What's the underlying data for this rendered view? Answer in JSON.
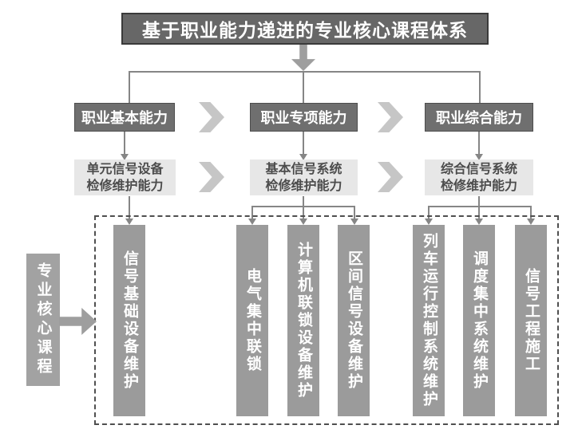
{
  "diagram": {
    "title": "基于职业能力递进的专业核心课程体系",
    "ability_levels": [
      {
        "label": "职业基本能力"
      },
      {
        "label": "职业专项能力"
      },
      {
        "label": "职业综合能力"
      }
    ],
    "competencies": [
      {
        "line1": "单元信号设备",
        "line2": "检修维护能力"
      },
      {
        "line1": "基本信号系统",
        "line2": "检修维护能力"
      },
      {
        "line1": "综合信号系统",
        "line2": "检修维护能力"
      }
    ],
    "courses": [
      "信号基础设备维护",
      "电气集中联锁",
      "计算机联锁设备维护",
      "区间信号设备维护",
      "列车运行控制系统维护",
      "调度集中系统维护",
      "信号工程施工"
    ],
    "side_label": "专业核心课程",
    "icons": {
      "chevron": "chevron-right-icon",
      "title_arrow": "arrow-down-icon",
      "side_arrow": "arrow-right-icon"
    },
    "colors": {
      "title_box_bg": "#676767",
      "title_box_border": "#3a3a3a",
      "ability_box_bg": "#6f6f6f",
      "competency_box_bg": "#e7e7e7",
      "competency_text": "#4c4c4c",
      "course_bar_bg": "#9b9b9b",
      "side_bar_bg": "#a2a2a2",
      "chevron": "#c6c6c6",
      "connector_line": "#868686",
      "dashed_border": "#4f4f4f",
      "text_light": "#ffffff",
      "background": "#ffffff"
    }
  }
}
